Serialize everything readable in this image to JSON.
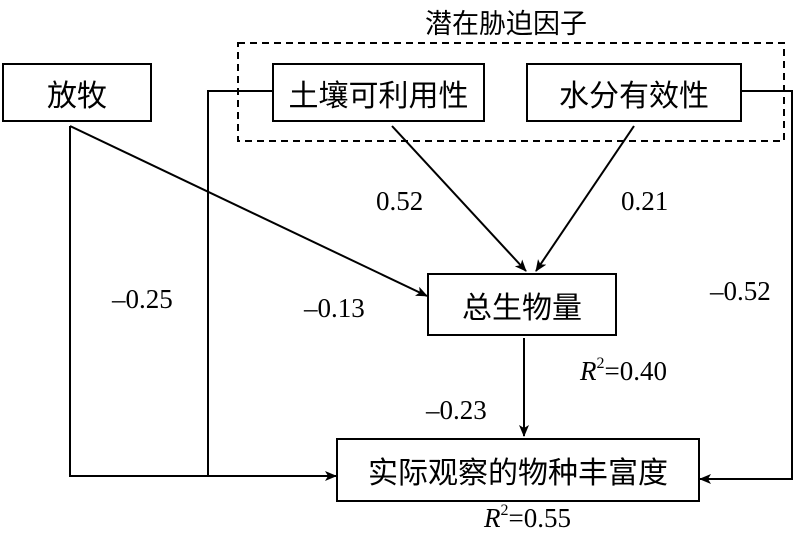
{
  "group_title": "潜在胁迫因子",
  "nodes": {
    "grazing": "放牧",
    "soil": "土壤可利用性",
    "water": "水分有效性",
    "biomass": "总生物量",
    "richness": "实际观察的物种丰富度"
  },
  "paths": {
    "soil_to_biomass": "0.52",
    "water_to_biomass": "0.21",
    "grazing_to_biomass": "–0.13",
    "grazing_to_richness": "–0.25",
    "water_to_richness": "–0.52",
    "biomass_to_richness": "–0.23"
  },
  "r2": {
    "symbol": "R",
    "power": "2",
    "biomass_value": "=0.40",
    "richness_value": "=0.55"
  }
}
